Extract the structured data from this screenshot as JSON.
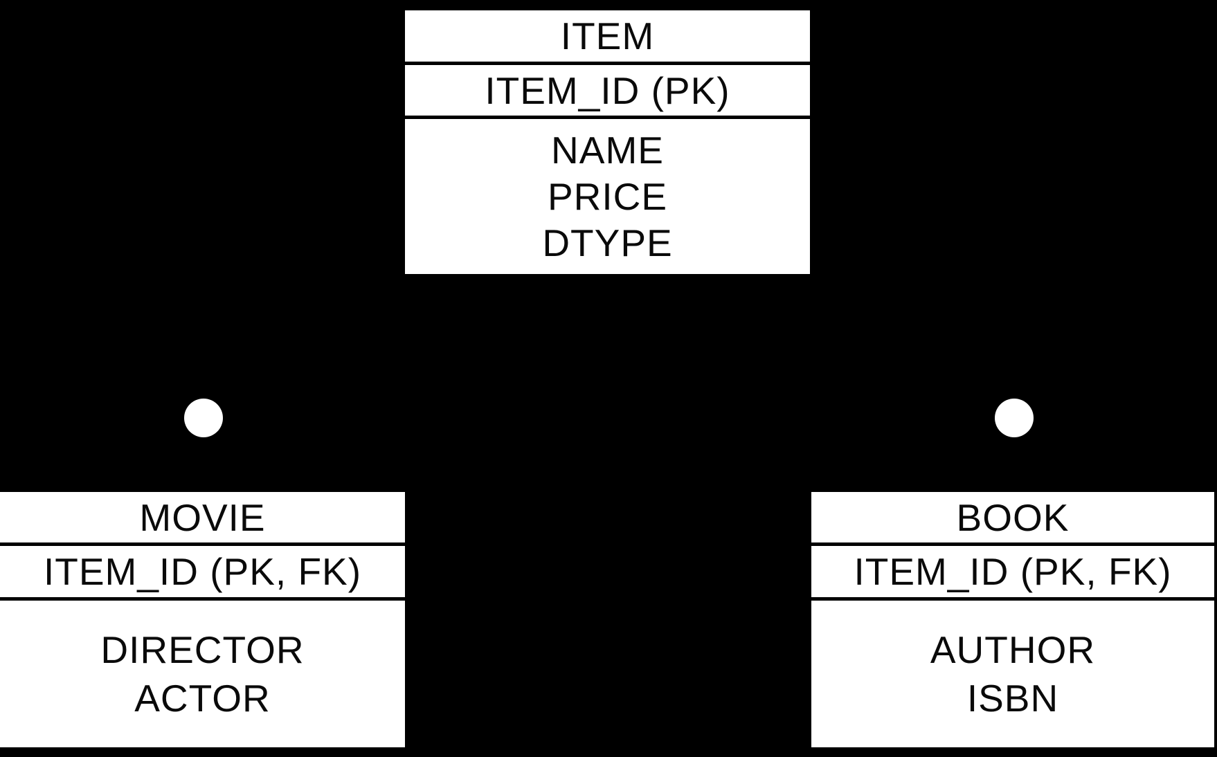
{
  "diagram": {
    "kind": "entity-relationship-diagram",
    "colors": {
      "background": "#000000",
      "entity_fill": "#ffffff",
      "entity_text": "#0a0a0a",
      "divider_line": "#000000",
      "connector_dot": "#ffffff"
    }
  },
  "entities": [
    {
      "id": "item",
      "title": "ITEM",
      "key_row": "ITEM_ID (PK)",
      "attributes": [
        "NAME",
        "PRICE",
        "DTYPE"
      ]
    },
    {
      "id": "movie",
      "title": "MOVIE",
      "key_row": "ITEM_ID (PK, FK)",
      "attributes": [
        "DIRECTOR",
        "ACTOR"
      ]
    },
    {
      "id": "book",
      "title": "BOOK",
      "key_row": "ITEM_ID (PK, FK)",
      "attributes": [
        "AUTHOR",
        "ISBN"
      ]
    }
  ],
  "connectors": [
    {
      "id": "item-movie",
      "symbol": "circle"
    },
    {
      "id": "item-book",
      "symbol": "circle"
    }
  ]
}
